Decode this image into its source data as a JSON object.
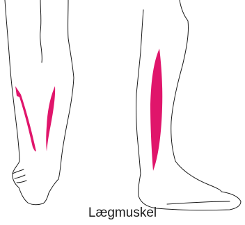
{
  "caption": "Lægmuskel",
  "colors": {
    "muscle": "#e0156b",
    "outline": "#1a1a1a",
    "background": "#ffffff"
  },
  "figures": [
    {
      "name": "leg-back-view",
      "muscles": 2
    },
    {
      "name": "leg-side-view",
      "muscles": 1
    }
  ]
}
